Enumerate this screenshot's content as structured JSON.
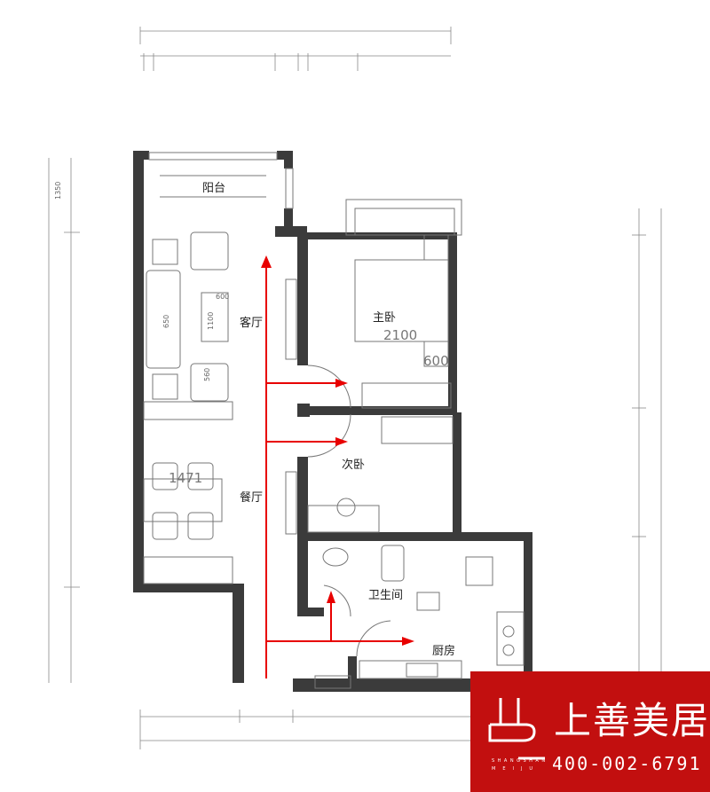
{
  "rooms": {
    "balcony": "阳台",
    "living": "客厅",
    "master_bedroom": "主卧",
    "second_bedroom": "次卧",
    "dining": "餐厅",
    "bathroom": "卫生间",
    "kitchen": "厨房"
  },
  "dimensions": {
    "balcony_depth": "1350",
    "bed_width": "2100",
    "bedside": "600",
    "dining_table": "1471",
    "coffee_table_length": "1100",
    "coffee_table_width": "600",
    "sofa_depth": "650",
    "armchair": "560"
  },
  "logo": {
    "brand": "上善美居",
    "pinyin_line1": "SHANGSHAN",
    "pinyin_line2": "MEIJU",
    "phone": "400-002-6791",
    "color": "#c20f0f"
  },
  "circulation_arrow_color": "#e80000"
}
